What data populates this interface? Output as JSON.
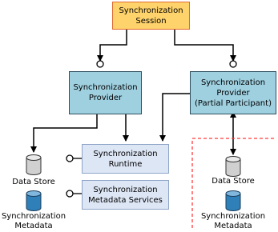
{
  "session": {
    "line1": "Synchronization",
    "line2": "Session"
  },
  "provider_left": {
    "line1": "Synchronization",
    "line2": "Provider"
  },
  "provider_right": {
    "line1": "Synchronization",
    "line2": "Provider",
    "line3": "(Partial Participant)"
  },
  "runtime": {
    "line1": "Synchronization",
    "line2": "Runtime"
  },
  "metadata_services": {
    "line1": "Synchronization",
    "line2": "Metadata Services"
  },
  "left_store": {
    "label": "Data Store"
  },
  "left_metadata": {
    "line1": "Synchronization",
    "line2": "Metadata"
  },
  "right_store": {
    "label": "Data Store"
  },
  "right_metadata": {
    "line1": "Synchronization",
    "line2": "Metadata"
  },
  "colors": {
    "session_fill": "#ffd36b",
    "session_border": "#e0692e",
    "provider_fill": "#9fd0e0",
    "service_fill": "#dde6f5",
    "store_gray": "#d0d0d0",
    "metadata_blue": "#2f7fb8",
    "boundary_red": "#ff3b3b"
  }
}
